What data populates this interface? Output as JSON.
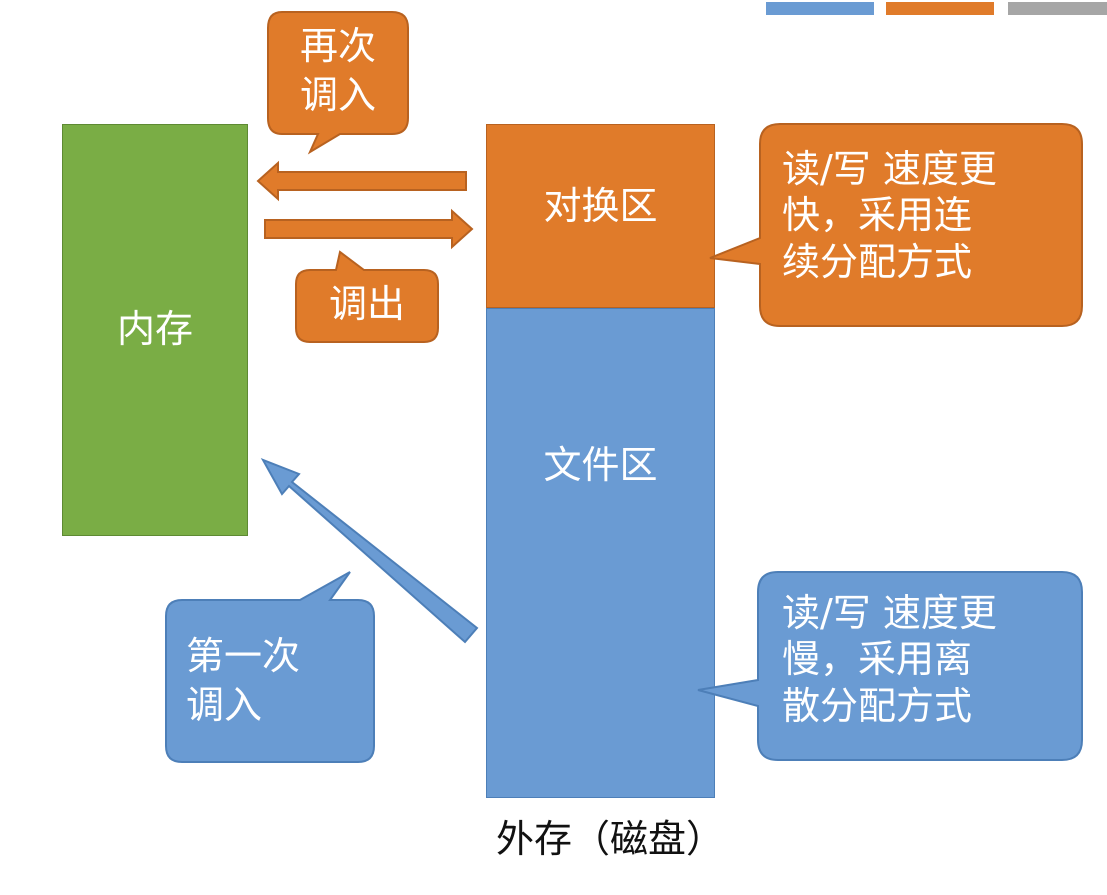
{
  "colors": {
    "green": "#7aad45",
    "orange": "#e07b2a",
    "blue": "#6a9bd3",
    "gray": "#a6a6a6",
    "bubble_orange": "#e07b2a",
    "bubble_blue": "#6a9bd3"
  },
  "memory": {
    "label": "内存"
  },
  "disk": {
    "swap_label": "对换区",
    "file_label": "文件区",
    "caption": "外存（磁盘）"
  },
  "callouts": {
    "reload": {
      "line1": "再次",
      "line2": "调入"
    },
    "swap_out": {
      "line1": "调出"
    },
    "first_load": {
      "line1": "第一次",
      "line2": "调入"
    },
    "swap_note": {
      "line1": "读/写 速度更",
      "line2": "快，采用连",
      "line3": "续分配方式"
    },
    "file_note": {
      "line1": "读/写 速度更",
      "line2": "慢，采用离",
      "line3": "散分配方式"
    }
  }
}
